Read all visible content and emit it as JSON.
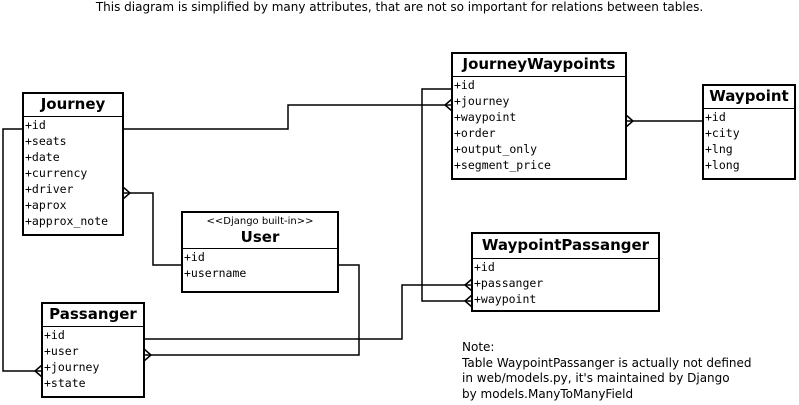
{
  "caption": "This diagram is simplified by many attributes, that are not so important for relations between tables.",
  "tables": {
    "journey": {
      "title": "Journey",
      "fields": [
        "+id",
        "+seats",
        "+date",
        "+currency",
        "+driver",
        "+aprox",
        "+approx_note"
      ]
    },
    "journey_waypoints": {
      "title": "JourneyWaypoints",
      "fields": [
        "+id",
        "+journey",
        "+waypoint",
        "+order",
        "+output_only",
        "+segment_price"
      ]
    },
    "waypoint": {
      "title": "Waypoint",
      "fields": [
        "+id",
        "+city",
        "+lng",
        "+long"
      ]
    },
    "user": {
      "stereotype": "<<Django built-in>>",
      "title": "User",
      "fields": [
        "+id",
        "+username"
      ]
    },
    "waypoint_passanger": {
      "title": "WaypointPassanger",
      "fields": [
        "+id",
        "+passanger",
        "+waypoint"
      ]
    },
    "passanger": {
      "title": "Passanger",
      "fields": [
        "+id",
        "+user",
        "+journey",
        "+state"
      ]
    }
  },
  "note": {
    "lines": [
      "Note:",
      "Table WaypointPassanger is actually not defined",
      "in web/models.py, it's maintained by Django",
      "by models.ManyToManyField"
    ]
  }
}
